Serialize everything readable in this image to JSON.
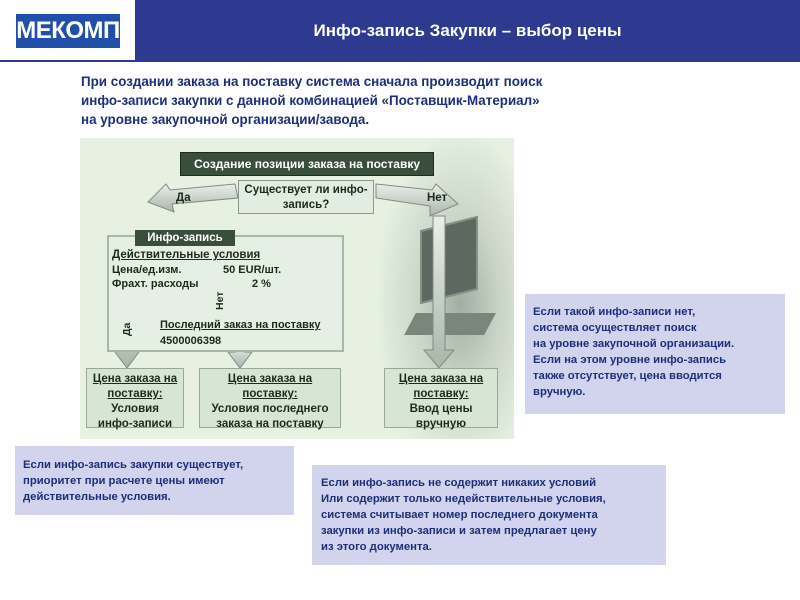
{
  "header": {
    "logo_text": "МЕКОМП",
    "title": "Инфо-запись Закупки – выбор цены"
  },
  "intro": [
    "При создании заказа на поставку система сначала производит поиск",
    "инфо-записи закупки с данной комбинацией «Поставщик-Материал»",
    "на уровне закупочной организации/завода."
  ],
  "diagram": {
    "top_box": "Создание позиции заказа на поставку",
    "question": [
      "Существует ли инфо-",
      "запись?"
    ],
    "yes_label": "Да",
    "no_label": "Нет",
    "info_tab": "Инфо-запись",
    "valid_conditions": "Действительные условия",
    "price_label": "Цена/ед.изм.",
    "price_value": "50 EUR/шт.",
    "freight_label": "Фрахт. расходы",
    "freight_value": "2 %",
    "net_vertical": "Нет",
    "da_vertical": "Да",
    "last_order_label": "Последний заказ на поставку",
    "last_order_number": "4500006398",
    "out_left": [
      "Цена заказа на",
      "поставку:",
      "Условия",
      "инфо-записи"
    ],
    "out_mid": [
      "Цена заказа на",
      "поставку:",
      "Условия последнего",
      "заказа на поставку"
    ],
    "out_right": [
      "Цена заказа на",
      "поставку:",
      "Ввод цены",
      "вручную"
    ]
  },
  "notes": {
    "right": [
      "Если такой инфо-записи нет,",
      "система осуществляет поиск",
      "на уровне закупочной организации.",
      "Если на этом уровне инфо-запись",
      "также отсутствует, цена вводится",
      "вручную."
    ],
    "bottom_left": [
      "Если инфо-запись закупки существует,",
      "приоритет при расчете цены имеют",
      "действительные условия."
    ],
    "bottom_right": [
      "Если инфо-запись не содержит никаких условий",
      "Или содержит только недействительные условия,",
      "система считывает номер последнего документа",
      "закупки из инфо-записи и затем предлагает цену",
      "из этого документа."
    ]
  },
  "colors": {
    "title_bar": "#2e3a8f",
    "logo_bg": "#1f4fa8",
    "intro_text": "#1c2f7a",
    "panel_bg": "#e6f1e2",
    "note_bg": "#d2d3ec"
  }
}
